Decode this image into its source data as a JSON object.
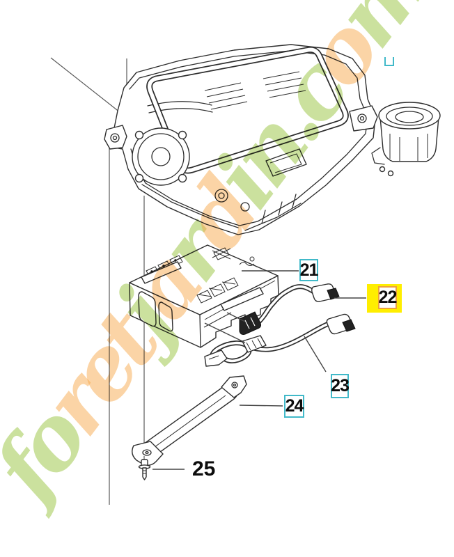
{
  "page": {
    "background": "#ffffff"
  },
  "watermark": {
    "text": "foretjardin.com",
    "letters": [
      {
        "ch": "f",
        "color": "green"
      },
      {
        "ch": "o",
        "color": "green"
      },
      {
        "ch": "r",
        "color": "orange"
      },
      {
        "ch": "e",
        "color": "orange"
      },
      {
        "ch": "t",
        "color": "orange"
      },
      {
        "ch": "j",
        "color": "green"
      },
      {
        "ch": "a",
        "color": "orange"
      },
      {
        "ch": "r",
        "color": "green"
      },
      {
        "ch": "d",
        "color": "orange"
      },
      {
        "ch": "i",
        "color": "green"
      },
      {
        "ch": "n",
        "color": "green"
      },
      {
        "ch": ".",
        "color": "green"
      },
      {
        "ch": "c",
        "color": "green"
      },
      {
        "ch": "o",
        "color": "orange"
      },
      {
        "ch": "m",
        "color": "green"
      }
    ],
    "colors": {
      "green": "rgba(151,196,62,0.50)",
      "orange": "rgba(246,166,70,0.48)"
    }
  },
  "callouts": {
    "teal_border": "#41b9c9",
    "highlight_fill": "#ffee00",
    "highlight_inner_border": "#eda23d",
    "items": [
      {
        "label": "21",
        "boxed": true,
        "highlighted": false
      },
      {
        "label": "22",
        "boxed": true,
        "highlighted": true
      },
      {
        "label": "23",
        "boxed": true,
        "highlighted": false
      },
      {
        "label": "24",
        "boxed": true,
        "highlighted": false
      },
      {
        "label": "25",
        "boxed": false,
        "highlighted": false
      }
    ]
  },
  "drawing": {
    "line_color": "#2d2d2d"
  }
}
